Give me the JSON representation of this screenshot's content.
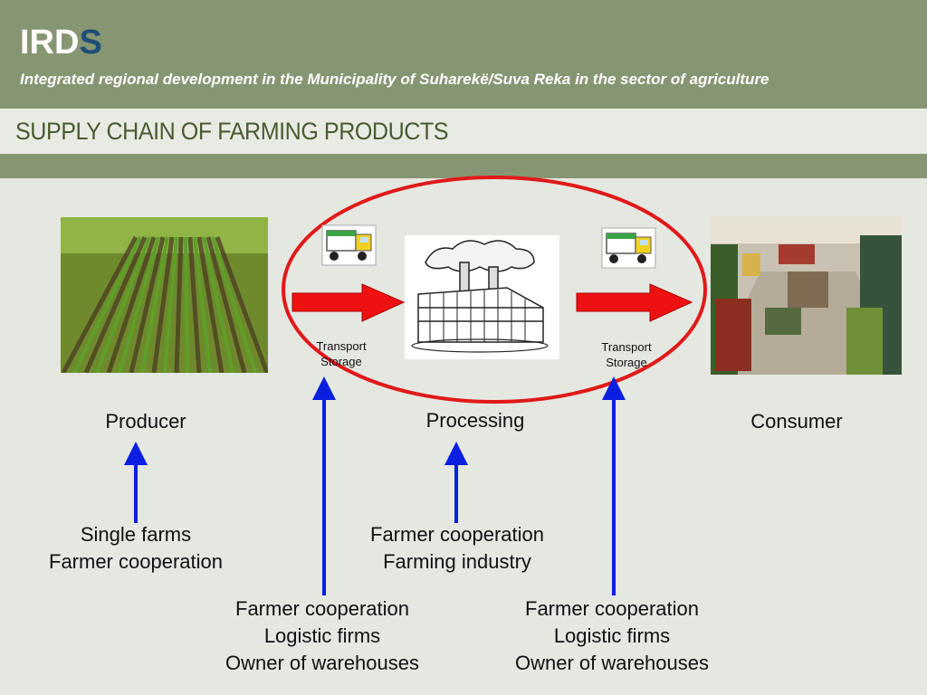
{
  "header": {
    "logo_main": "IRD",
    "logo_accent": "S",
    "subtitle": "Integrated regional development in the Municipality of Suharekë/Suva Reka in the sector of agriculture"
  },
  "title": "SUPPLY CHAIN OF FARMING PRODUCTS",
  "stages": {
    "producer": "Producer",
    "processing": "Processing",
    "consumer": "Consumer"
  },
  "transport_labels": {
    "left": [
      "Transport",
      "Storage"
    ],
    "right": [
      "Transport",
      "Storage"
    ]
  },
  "actors": {
    "producer": [
      "Single farms",
      "Farmer cooperation"
    ],
    "processing": [
      "Farmer cooperation",
      "Farming industry"
    ],
    "transport_left": [
      "Farmer cooperation",
      "Logistic firms",
      "Owner of warehouses"
    ],
    "transport_right": [
      "Farmer cooperation",
      "Logistic firms",
      "Owner of warehouses"
    ]
  },
  "colors": {
    "header_bg": "#879672",
    "title_text": "#4a5a31",
    "logo_accent": "#1f4e79",
    "arrow_red": "#ee1111",
    "arrow_blue": "#0a1fe0",
    "ellipse": "#e01919"
  },
  "icons": [
    "field-image",
    "truck-icon",
    "factory-icon",
    "supermarket-image"
  ]
}
